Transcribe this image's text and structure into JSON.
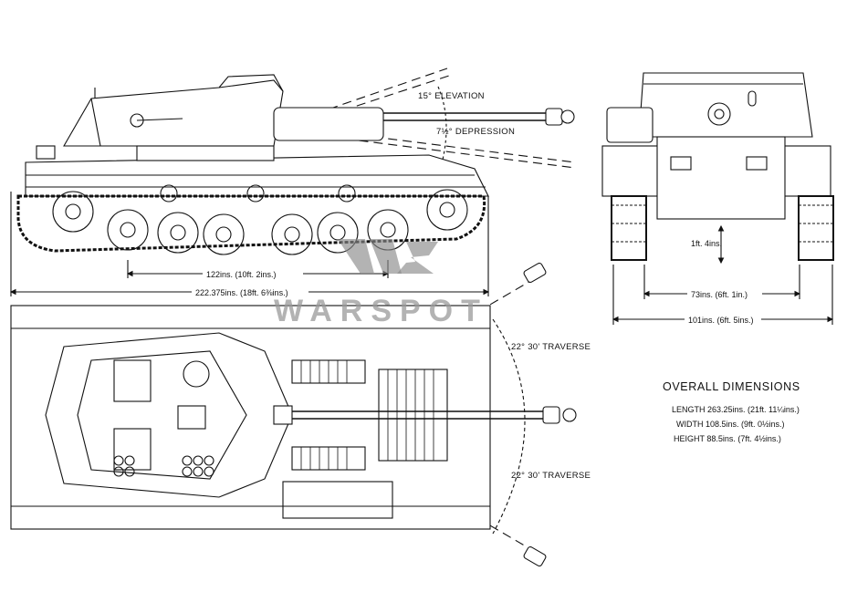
{
  "annotations": {
    "elevation": "15° ELEVATION",
    "depression": "7½° DEPRESSION",
    "traverse_upper": "22° 30' TRAVERSE",
    "traverse_lower": "22° 30' TRAVERSE"
  },
  "dimensions": {
    "wheelbase": "122ins. (10ft. 2ins.)",
    "hull_length": "222.375ins. (18ft. 6⅜ins.)",
    "ground_clearance": "1ft. 4ins.",
    "track_centres": "73ins. (6ft. 1in.)",
    "overall_width_front": "101ins. (6ft. 5ins.)"
  },
  "overall_dimensions": {
    "heading": "OVERALL DIMENSIONS",
    "length": "LENGTH 263.25ins. (21ft. 11¼ins.)",
    "width": "WIDTH 108.5ins. (9ft. 0½ins.)",
    "height": "HEIGHT 88.5ins. (7ft. 4½ins.)"
  },
  "watermark": {
    "text": "WARSPOT"
  },
  "colors": {
    "line": "#111111",
    "watermark": "#9a9a9a",
    "background": "#ffffff"
  }
}
